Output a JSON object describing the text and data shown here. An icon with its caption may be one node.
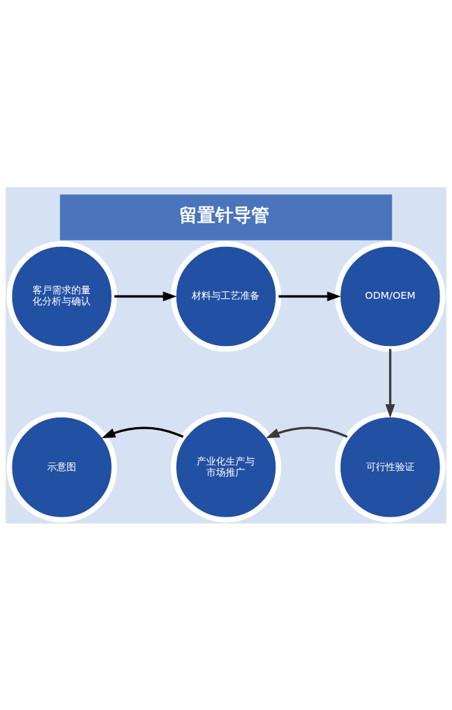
{
  "diagram": {
    "title": "留置针导管",
    "nodes": [
      {
        "text": [
          "客戸需求的量化分析与确认"
        ]
      },
      {
        "text": [
          "材料与工艺准备"
        ]
      },
      {
        "text": [
          "ODM/OEM"
        ]
      },
      {
        "text": [
          "可行性验证"
        ]
      },
      {
        "text": [
          "产业化生产与市场推广"
        ]
      },
      {
        "text": [
          "示意图"
        ]
      }
    ],
    "edges": [
      {
        "from": 0,
        "to": 1,
        "arrow": "to"
      },
      {
        "from": 1,
        "to": 2,
        "arrow": "to"
      },
      {
        "from": 2,
        "to": 3,
        "arrow": "to",
        "color": "#3a3a3a"
      },
      {
        "from": 3,
        "to": 4,
        "arrow": "to",
        "color": "#3a3a3a"
      },
      {
        "from": 4,
        "to": 5,
        "arrow": "to"
      }
    ]
  }
}
